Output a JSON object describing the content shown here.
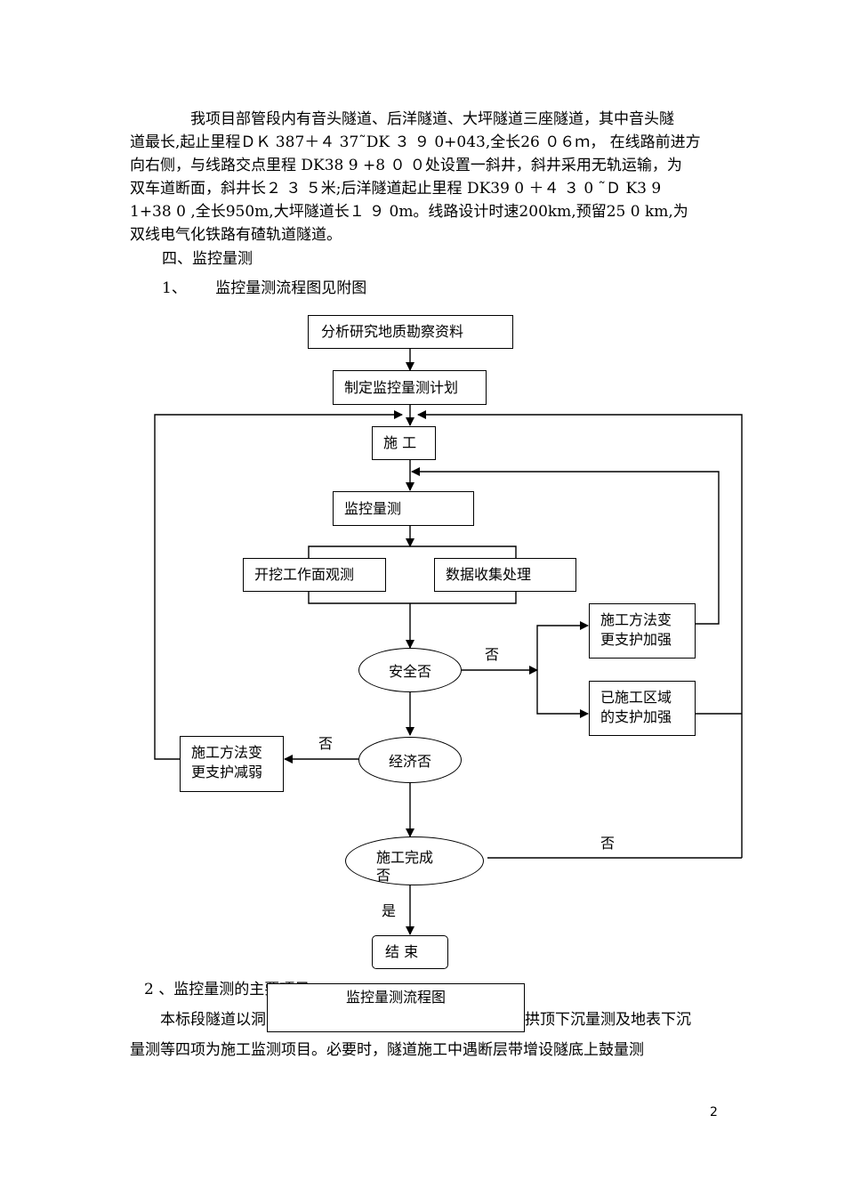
{
  "document": {
    "paragraph_1_lines": [
      "我项目部管段内有音头隧道、后洋隧道、大坪隧道三座隧道，其中音头隧",
      "道最长,起止里程ＤＫ 387＋４ 37˜DK ３ ９ 0+043,全长26 ０６ｍ， 在线路前进方",
      "向右侧，与线路交点里程 DK38 9 +8 ０ ０处设置一斜井，斜井采用无轨运输，为",
      "双车道断面，斜井长２ ３ ５米;后洋隧道起止里程 DK39 0 ＋４ ３ 0 ˜Ｄ K3 9",
      "1+38 0 ,全长950m,大坪隧道长１ ９ 0m。线路设计时速200km,预留25 0 km,为",
      "双线电气化铁路有碴轨道隧道。"
    ],
    "section_heading": "四、监控量测",
    "item_1": "1、      监控量测流程图见附图",
    "item_2": "2 、监控量测的主要项目",
    "paragraph_2_line_1_left": "本标段隧道以洞内外",
    "paragraph_2_line_1_right": "拱顶下沉量测及地表下沉",
    "paragraph_2_line_2": "量测等四项为施工监测项目。必要时，隧道施工中遇断层带增设隧底上鼓量测",
    "page_number": "2"
  },
  "flowchart": {
    "caption": "监控量测流程图",
    "nodes": {
      "analyze": "分析研究地质勘察资料",
      "plan": "制定监控量测计划",
      "construct": "施 工",
      "monitor": "监控量测",
      "excavation_observe": "开挖工作面观测",
      "data_process": "数据收集处理",
      "safe_check": "安全否",
      "method_reinforce_l1": "施工方法变",
      "method_reinforce_l2": "更支护加强",
      "area_reinforce_l1": "已施工区域",
      "area_reinforce_l2": "的支护加强",
      "economy_check": "经济否",
      "method_weaken_l1": "施工方法变",
      "method_weaken_l2": "更支护减弱",
      "complete_check_l1": "施工完成",
      "complete_check_l2": "否",
      "end": "结 束"
    },
    "edge_labels": {
      "safe_no": "否",
      "economy_no": "否",
      "complete_no": "否",
      "complete_yes": "是"
    }
  }
}
